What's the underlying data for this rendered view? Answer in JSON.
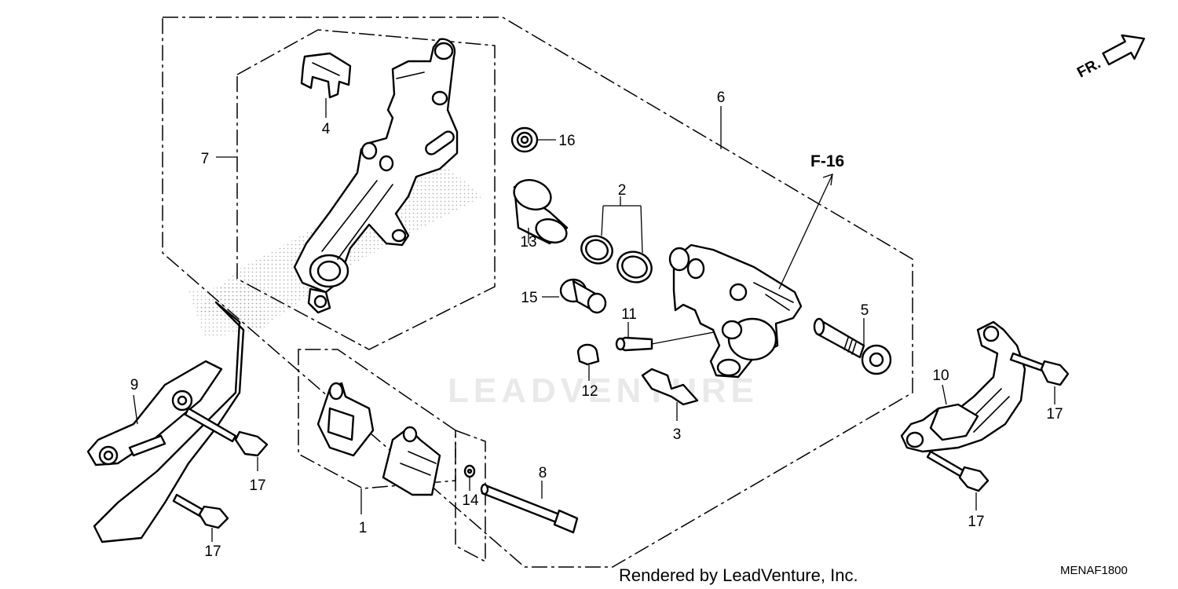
{
  "diagram": {
    "direction_label": "FR.",
    "reference_label": "F-16",
    "watermark": "LEADVENTURE",
    "footer_text": "Rendered by LeadVenture, Inc.",
    "diagram_code": "MENAF1800",
    "callouts": {
      "c1": "1",
      "c2": "2",
      "c3": "3",
      "c4": "4",
      "c5": "5",
      "c6": "6",
      "c7": "7",
      "c8": "8",
      "c9": "9",
      "c10": "10",
      "c11": "11",
      "c12": "12",
      "c13": "13",
      "c14": "14",
      "c15": "15",
      "c16": "16",
      "c17a": "17",
      "c17b": "17",
      "c17c": "17",
      "c17d": "17"
    }
  }
}
